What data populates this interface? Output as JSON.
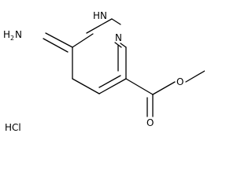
{
  "molecule": {
    "atoms": {
      "hydrazine_nitrogen": "N",
      "hydrazine_hydrogen": "H",
      "hydrazine_subscript": "2",
      "ring_nh": "HN",
      "ring_n": "N",
      "carbonyl_oxygen": "O",
      "ester_oxygen": "O"
    },
    "salt": "HCl"
  }
}
